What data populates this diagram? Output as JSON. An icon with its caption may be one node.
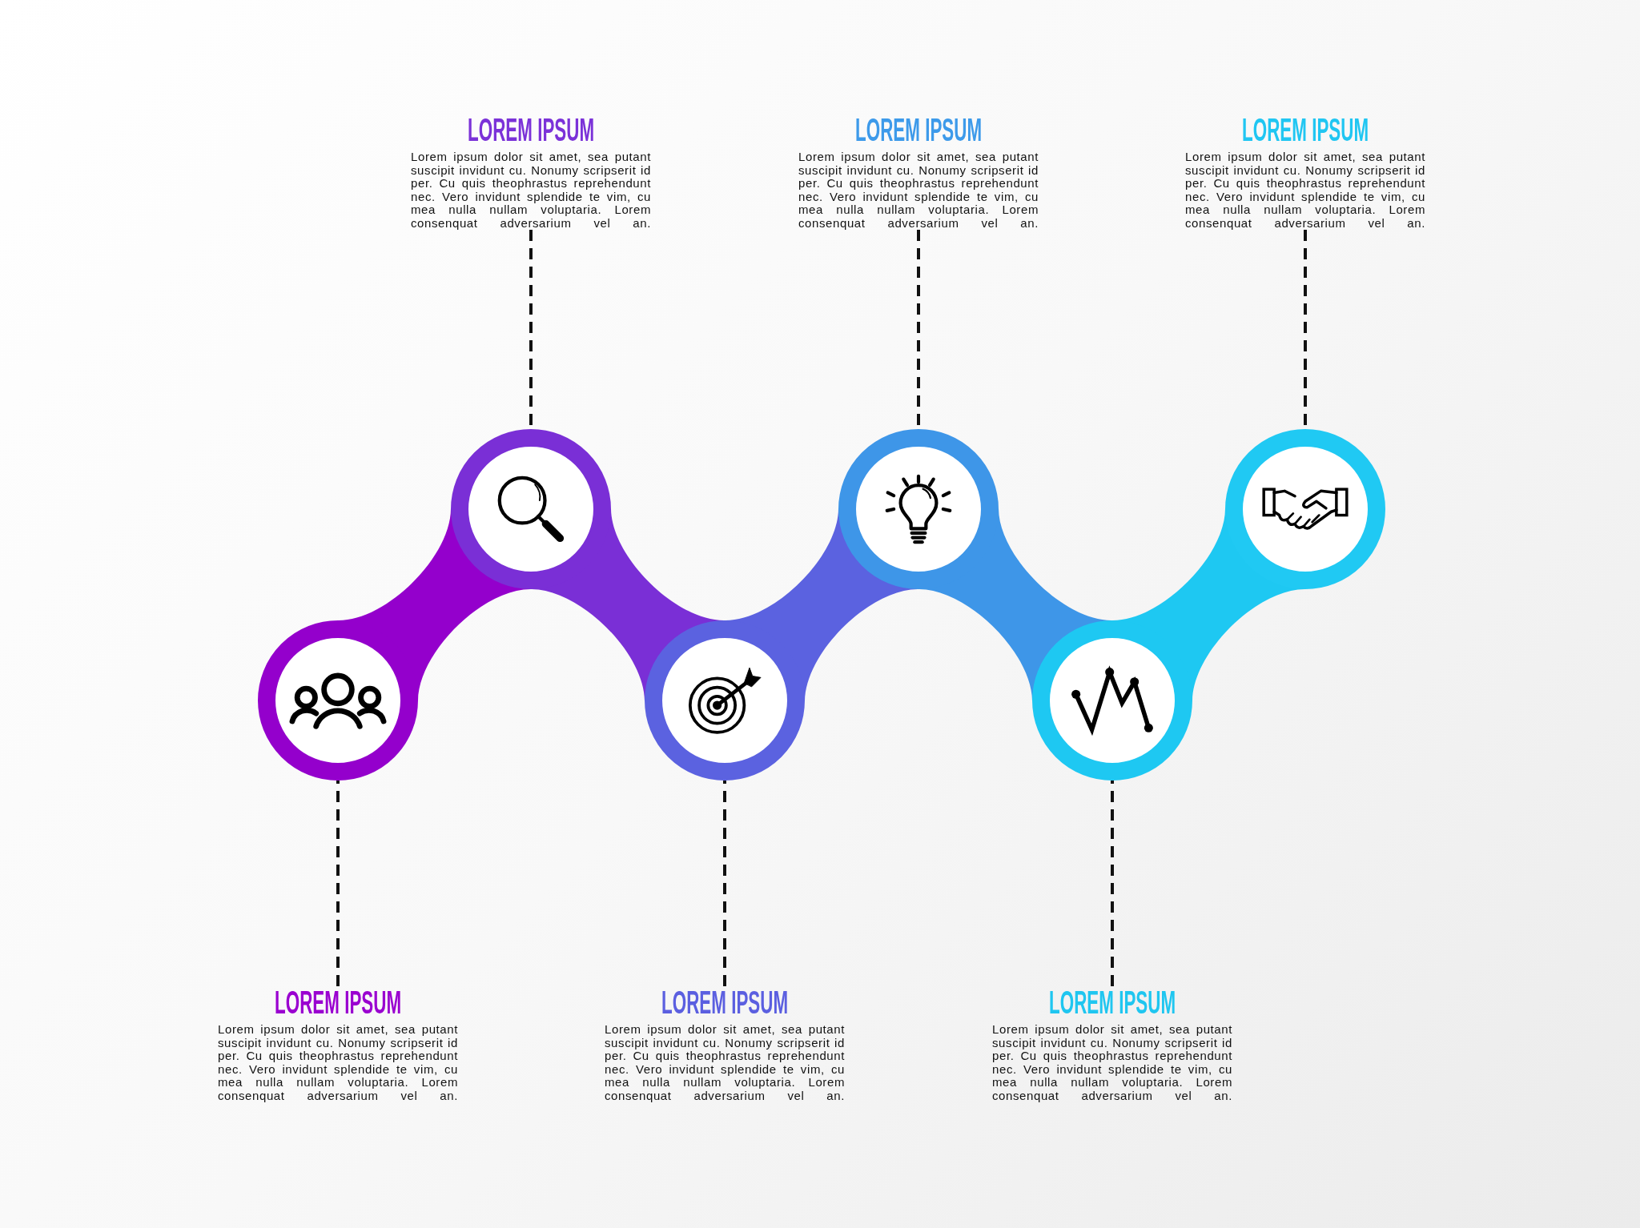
{
  "diagram": {
    "nodes": [
      {
        "text": [],
        "shape": "circle"
      },
      {
        "text": [],
        "shape": "circle"
      },
      {
        "text": [],
        "shape": "circle"
      },
      {
        "text": [],
        "shape": "circle"
      },
      {
        "text": [],
        "shape": "circle"
      },
      {
        "text": [],
        "shape": "circle"
      },
      {
        "text": [
          "LOREM IPSUM",
          "Lorem ipsum dolor sit amet, sea putant suscipit invidunt cu. Nonumy scripserit id per. Cu quis theophrastus reprehendunt nec. Vero invidunt splendide te vim, cu mea nulla nullam voluptaria. Lorem consenquat adversarium vel an."
        ]
      },
      {
        "text": [
          "LOREM IPSUM",
          "Lorem ipsum dolor sit amet, sea putant suscipit invidunt cu. Nonumy scripserit id per. Cu quis theophrastus reprehendunt nec. Vero invidunt splendide te vim, cu mea nulla nullam voluptaria. Lorem consenquat adversarium vel an."
        ]
      },
      {
        "text": [
          "LOREM IPSUM",
          "Lorem ipsum dolor sit amet, sea putant suscipit invidunt cu. Nonumy scripserit id per. Cu quis theophrastus reprehendunt nec. Vero invidunt splendide te vim, cu mea nulla nullam voluptaria. Lorem consenquat adversarium vel an."
        ]
      },
      {
        "text": [
          "LOREM IPSUM",
          "Lorem ipsum dolor sit amet, sea putant suscipit invidunt cu. Nonumy scripserit id per. Cu quis theophrastus reprehendunt nec. Vero invidunt splendide te vim, cu mea nulla nullam voluptaria. Lorem consenquat adversarium vel an."
        ]
      },
      {
        "text": [
          "LOREM IPSUM",
          "Lorem ipsum dolor sit amet, sea putant suscipit invidunt cu. Nonumy scripserit id per. Cu quis theophrastus reprehendunt nec. Vero invidunt splendide te vim, cu mea nulla nullam voluptaria. Lorem consenquat adversarium vel an."
        ]
      },
      {
        "text": [
          "LOREM IPSUM",
          "Lorem ipsum dolor sit amet, sea putant suscipit invidunt cu. Nonumy scripserit id per. Cu quis theophrastus reprehendunt nec. Vero invidunt splendide te vim, cu mea nulla nullam voluptaria. Lorem consenquat adversarium vel an."
        ]
      }
    ],
    "edges": [
      {
        "from": 0,
        "to": 1,
        "arrow": "none",
        "style": "thick",
        "color": "#9400cc"
      },
      {
        "from": 1,
        "to": 2,
        "arrow": "none",
        "style": "thick",
        "color": "#7a2fd6"
      },
      {
        "from": 2,
        "to": 3,
        "arrow": "none",
        "style": "thick",
        "color": "#5b62e0"
      },
      {
        "from": 3,
        "to": 4,
        "arrow": "none",
        "style": "thick",
        "color": "#3e96e8"
      },
      {
        "from": 4,
        "to": 5,
        "arrow": "none",
        "style": "thick",
        "color": "#1ec8f2"
      },
      {
        "from": 6,
        "to": 0,
        "arrow": "none",
        "style": "dashed"
      },
      {
        "from": 7,
        "to": 1,
        "arrow": "none",
        "style": "dashed"
      },
      {
        "from": 8,
        "to": 2,
        "arrow": "none",
        "style": "dashed"
      },
      {
        "from": 9,
        "to": 3,
        "arrow": "none",
        "style": "dashed"
      },
      {
        "from": 10,
        "to": 4,
        "arrow": "none",
        "style": "dashed"
      },
      {
        "from": 11,
        "to": 5,
        "arrow": "none",
        "style": "dashed"
      }
    ]
  }
}
